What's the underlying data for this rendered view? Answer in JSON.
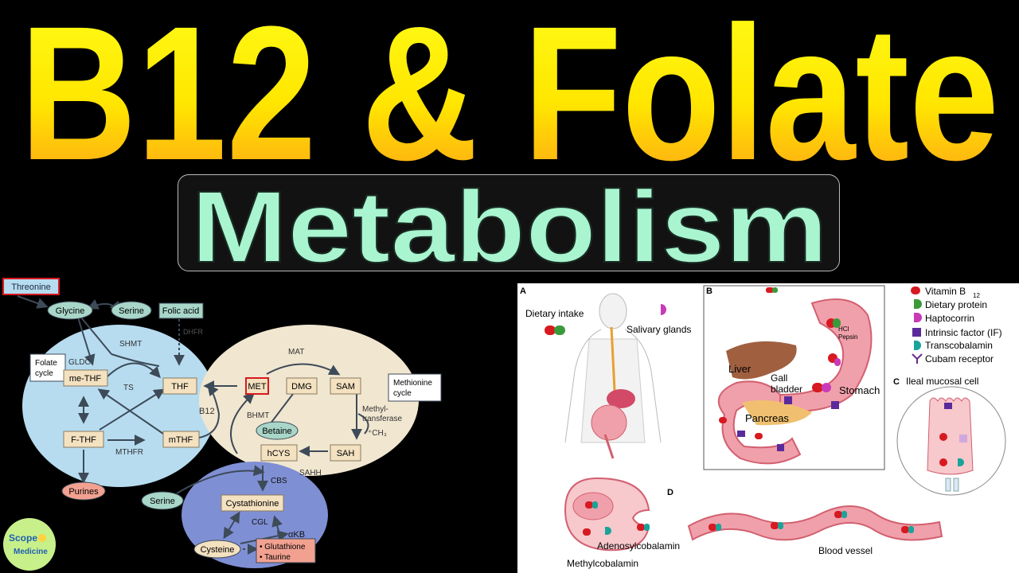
{
  "title": {
    "line1": "B12 & Folate",
    "line2": "Metabolism"
  },
  "pathway": {
    "threonine": "Threonine",
    "glycine": "Glycine",
    "serine_top": "Serine",
    "folic_acid": "Folic acid",
    "dhfr": "DHFR",
    "gldc": "GLDC",
    "shmt": "SHMT",
    "folate_cycle_1": "Folate",
    "folate_cycle_2": "cycle",
    "me_thf": "me-THF",
    "ts": "TS",
    "thf": "THF",
    "f_thf": "F-THF",
    "mthfr": "MTHFR",
    "mthf": "mTHF",
    "purines": "Purines",
    "b12": "B12",
    "mat": "MAT",
    "met": "MET",
    "dmg": "DMG",
    "sam": "SAM",
    "methionine_cycle_1": "Methionine",
    "methionine_cycle_2": "cycle",
    "bhmt": "BHMT",
    "methyl_1": "Methyl-",
    "methyl_2": "transferase",
    "ch3": "⁺CH₃",
    "betaine": "Betaine",
    "hcys": "hCYS",
    "sah": "SAH",
    "sahh": "SAHH",
    "cbs": "CBS",
    "serine_bottom": "Serine",
    "cystathionine": "Cystathionine",
    "cgl": "CGL",
    "akb": "αKB",
    "cysteine": "Cysteine",
    "glutathione": "• Glutathione",
    "taurine": "• Taurine"
  },
  "absorption": {
    "label_a": "A",
    "label_b": "B",
    "label_c": "C",
    "label_d": "D",
    "dietary_intake": "Dietary intake",
    "salivary_glands": "Salivary glands",
    "liver": "Liver",
    "gall_1": "Gall",
    "gall_2": "bladder",
    "hcl": "HCl",
    "pepsin": "Pepsin",
    "stomach": "Stomach",
    "pancreas": "Pancreas",
    "ileal_cell": "Ileal mucosal cell",
    "adenosylcobalamin": "Adenosylcobalamin",
    "methylcobalamin": "Methylcobalamin",
    "blood_vessel": "Blood vessel",
    "legend": [
      {
        "label": "Vitamin B",
        "sub": "12"
      },
      {
        "label": "Dietary protein",
        "sub": ""
      },
      {
        "label": "Haptocorrin",
        "sub": ""
      },
      {
        "label": "Intrinsic factor (IF)",
        "sub": ""
      },
      {
        "label": "Transcobalamin",
        "sub": ""
      },
      {
        "label": "Cubam receptor",
        "sub": ""
      }
    ]
  },
  "logo": {
    "line1": "Scope",
    "line2": "Medicine"
  },
  "colors": {
    "title_top": "#ffff00",
    "title_bottom": "#ff9a1a",
    "metabolism": "#a8f5d0",
    "vitamin_b12": "#d71920",
    "dietary_protein": "#3a9a3a",
    "haptocorrin": "#c83ab8",
    "intrinsic_factor": "#5b2a9a",
    "transcobalamin": "#1aa39a",
    "cubam": "#6b2a8a"
  }
}
